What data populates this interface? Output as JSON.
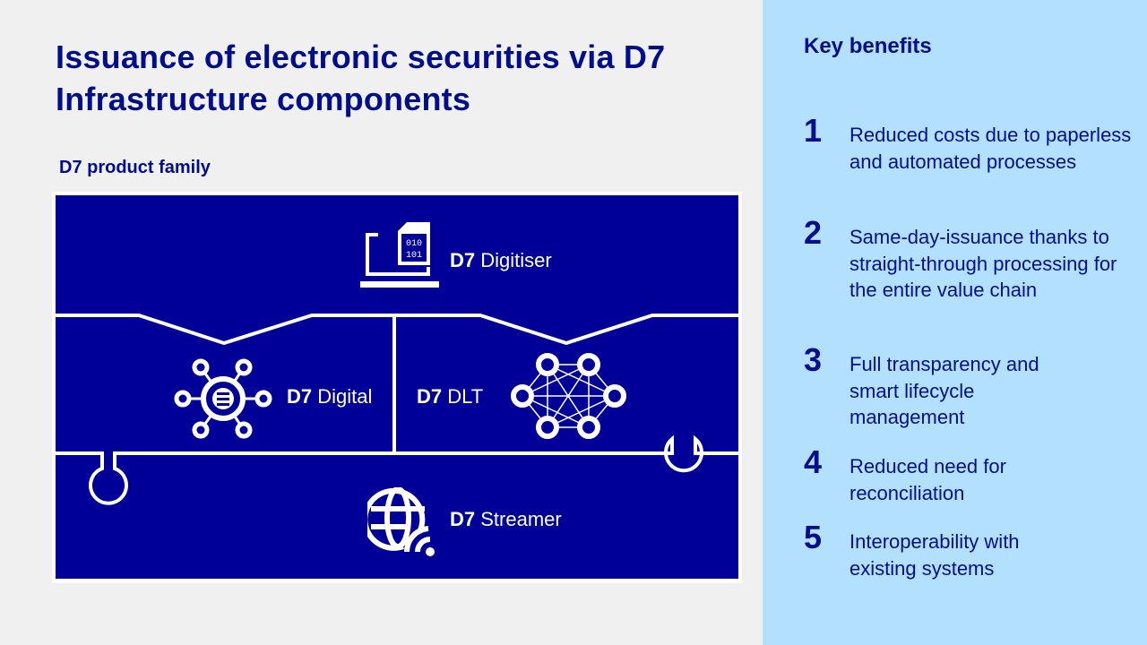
{
  "title": "Issuance of electronic securities via D7 Infrastructure components",
  "subtitle": "D7 product family",
  "colors": {
    "background": "#f0f0f0",
    "panel_blue": "#000099",
    "text_navy": "#000e8c",
    "benefits_bg": "#b3e0ff",
    "lines": "#ffffff"
  },
  "products": [
    {
      "prefix": "D7",
      "name": "Digitiser",
      "icon": "laptop-document-binary-icon",
      "binary_top": "010",
      "binary_bottom": "101"
    },
    {
      "prefix": "D7",
      "name": "Digital",
      "icon": "database-hub-icon"
    },
    {
      "prefix": "D7",
      "name": "DLT",
      "icon": "mesh-network-icon"
    },
    {
      "prefix": "D7",
      "name": "Streamer",
      "icon": "globe-signal-icon"
    }
  ],
  "benefits": {
    "heading": "Key benefits",
    "items": [
      {
        "num": "1",
        "text": "Reduced costs due to paperless and automated processes"
      },
      {
        "num": "2",
        "text": "Same-day-issuance thanks to straight-through processing for the entire value chain"
      },
      {
        "num": "3",
        "text": "Full transparency and smart lifecycle management"
      },
      {
        "num": "4",
        "text": "Reduced need for reconciliation"
      },
      {
        "num": "5",
        "text": "Interoperability with existing systems"
      }
    ]
  }
}
